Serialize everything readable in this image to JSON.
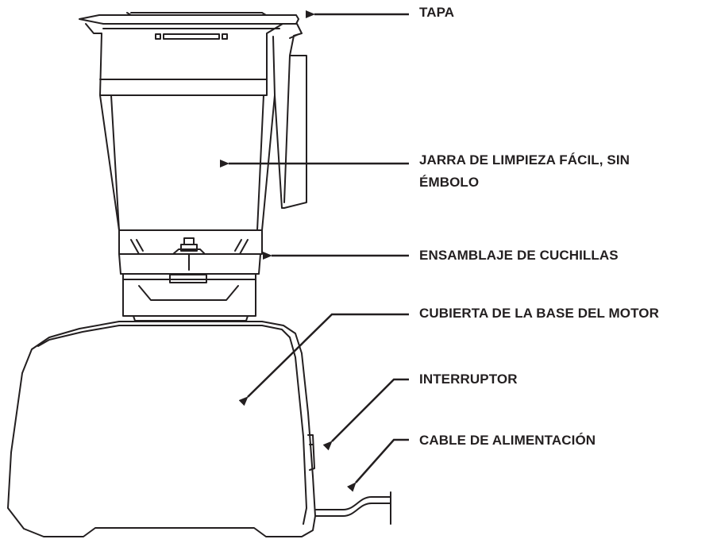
{
  "labels": {
    "lid": "TAPA",
    "container_line1": "JARRA DE LIMPIEZA FÁCIL, SIN",
    "container_line2": "ÉMBOLO",
    "blade_assembly": "ENSAMBLAJE DE CUCHILLAS",
    "motor_base": "CUBIERTA DE LA BASE DEL MOTOR",
    "switch": "INTERRUPTOR",
    "power_cord": "CABLE DE ALIMENTACIÓN"
  },
  "colors": {
    "ink": "#231f20",
    "background": "#ffffff"
  }
}
